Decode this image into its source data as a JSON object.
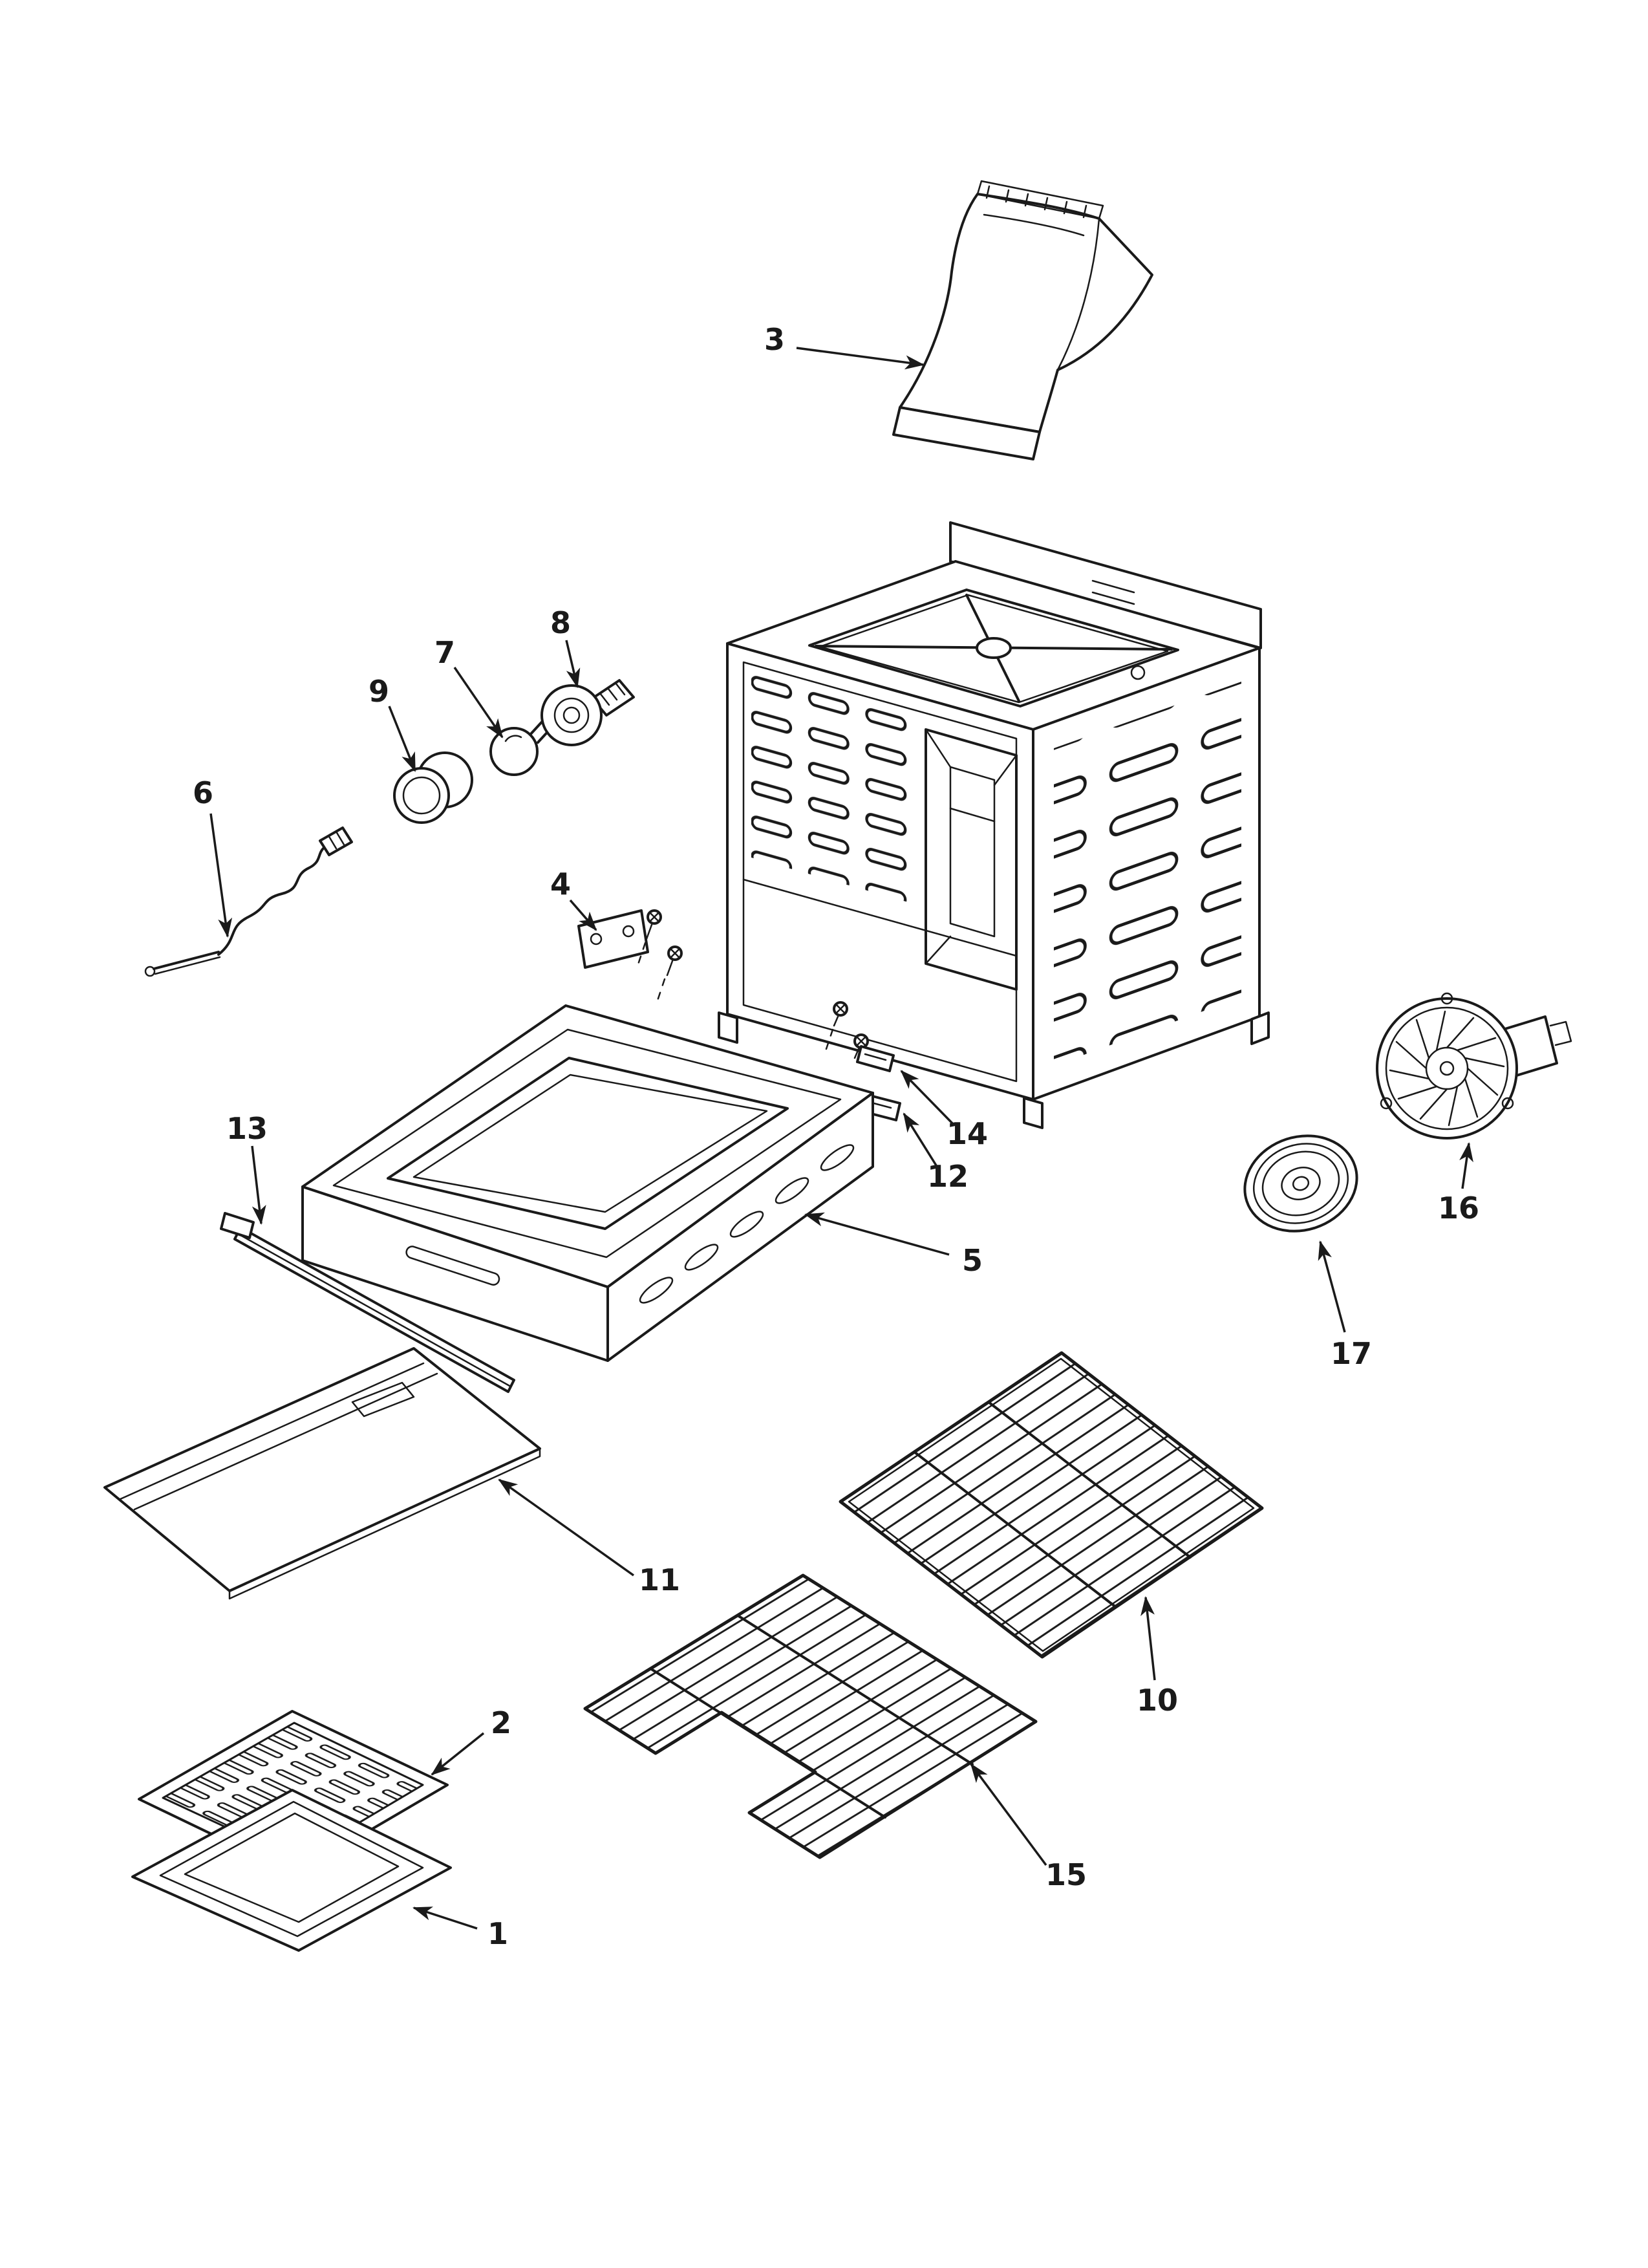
{
  "page": {
    "background": "#ffffff",
    "ink": "#1a1a1a"
  },
  "diagram": {
    "callouts": [
      {
        "number": "1"
      },
      {
        "number": "2"
      },
      {
        "number": "3"
      },
      {
        "number": "4"
      },
      {
        "number": "5"
      },
      {
        "number": "6"
      },
      {
        "number": "7"
      },
      {
        "number": "8"
      },
      {
        "number": "9"
      },
      {
        "number": "10"
      },
      {
        "number": "11"
      },
      {
        "number": "12"
      },
      {
        "number": "13"
      },
      {
        "number": "14"
      },
      {
        "number": "15"
      },
      {
        "number": "16"
      },
      {
        "number": "17"
      }
    ]
  }
}
